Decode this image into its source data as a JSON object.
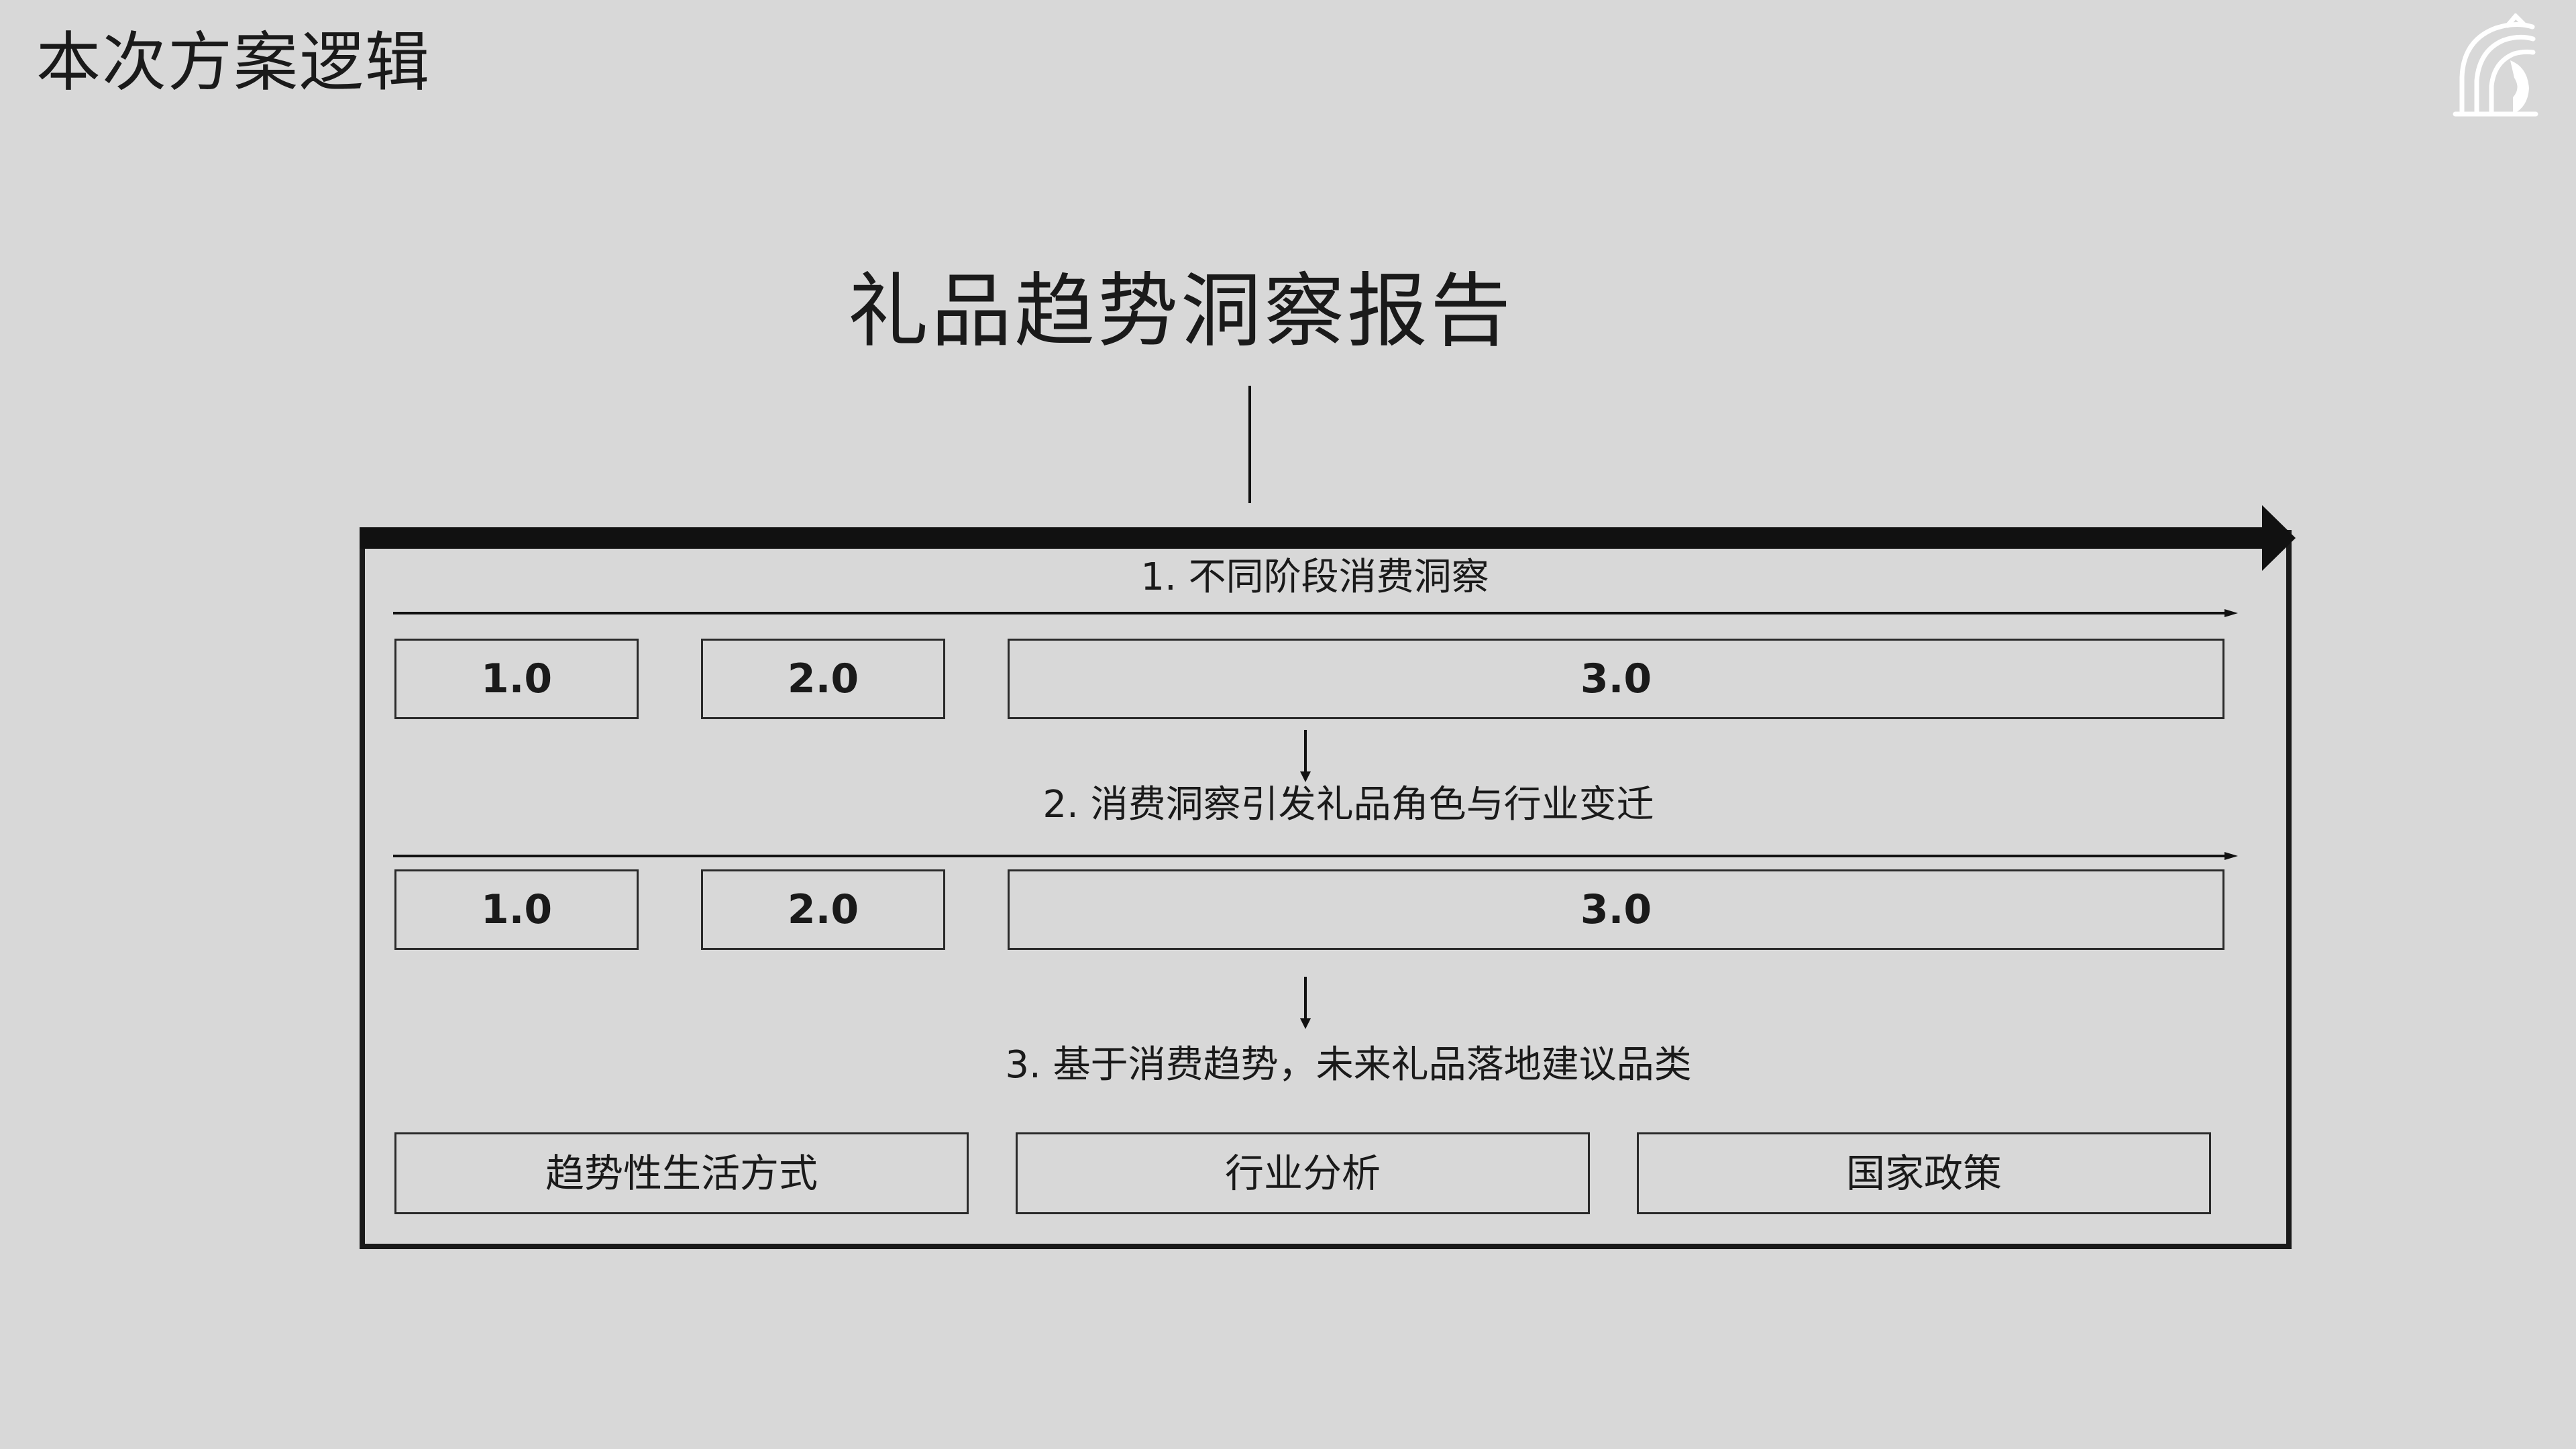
{
  "slide": {
    "title": "本次方案逻辑",
    "report_title": "礼品趋势洞察报告"
  },
  "framework": {
    "section1": {
      "label": "1. 不同阶段消费洞察",
      "stages": [
        "1.0",
        "2.0",
        "3.0"
      ]
    },
    "section2": {
      "label": "2. 消费洞察引发礼品角色与行业变迁",
      "stages": [
        "1.0",
        "2.0",
        "3.0"
      ]
    },
    "section3": {
      "label": "3. 基于消费趋势，未来礼品落地建议品类",
      "categories": [
        "趋势性生活方式",
        "行业分析",
        "国家政策"
      ]
    }
  },
  "icons": {
    "logo": "knight-helmet-logo",
    "main_arrow": "right-arrow-icon",
    "step_arrow": "down-arrow-icon"
  },
  "colors": {
    "background": "#d8d8d8",
    "ink": "#1a1a1a",
    "logo": "#ffffff"
  }
}
